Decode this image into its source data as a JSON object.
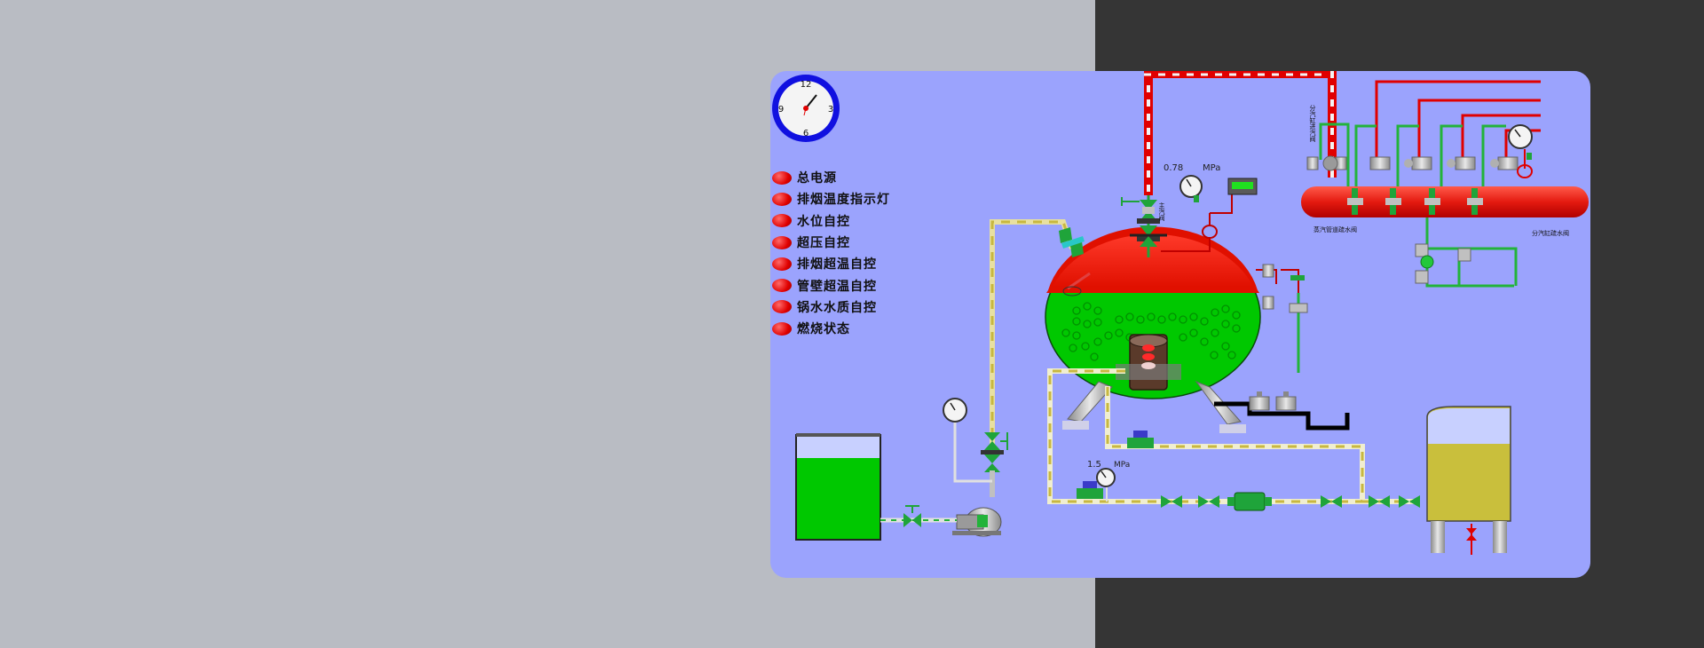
{
  "clock": {
    "numerals": [
      "12",
      "3",
      "6",
      "9"
    ]
  },
  "status_panel": {
    "items": [
      {
        "label": "总电源",
        "status_color": "#e00000"
      },
      {
        "label": "排烟温度指示灯",
        "status_color": "#e00000"
      },
      {
        "label": "水位自控",
        "status_color": "#e00000"
      },
      {
        "label": "超压自控",
        "status_color": "#e00000"
      },
      {
        "label": "排烟超温自控",
        "status_color": "#e00000"
      },
      {
        "label": "管壁超温自控",
        "status_color": "#e00000"
      },
      {
        "label": "锅水水质自控",
        "status_color": "#e00000"
      },
      {
        "label": "燃烧状态",
        "status_color": "#e00000"
      }
    ]
  },
  "gauges": {
    "steam_pressure": {
      "value": "0.78",
      "unit": "MPa"
    },
    "feed_pressure": {
      "value": "1.5",
      "unit": "MPa"
    }
  },
  "labels": {
    "main_valve": "主汽阀",
    "header_inlet_valve": "分汽缸进汽阀",
    "drain_valve_left": "蒸汽管道疏水阀",
    "drain_valve_right": "分汽缸疏水阀"
  },
  "colors": {
    "panel_bg": "#9ba3fd",
    "steam": "#e00000",
    "water": "#00c800",
    "valve": "#1fa43a",
    "oil_tank": "#c9bf3c"
  }
}
